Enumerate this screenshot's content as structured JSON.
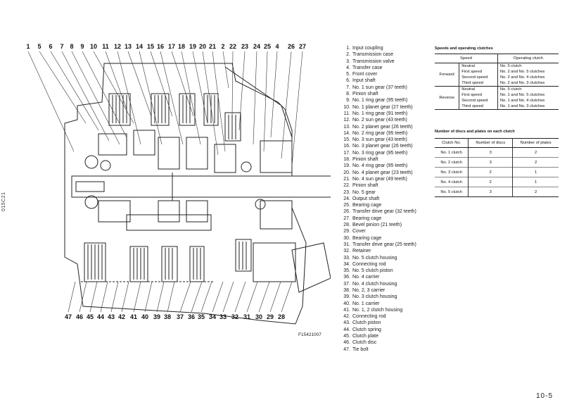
{
  "diagram": {
    "description": "Transmission cross-section drawing",
    "callouts_top": [
      "1",
      "5",
      "6",
      "7",
      "8",
      "9",
      "10",
      "11",
      "12",
      "13",
      "14",
      "15",
      "16",
      "17",
      "18",
      "19",
      "20",
      "21",
      "2",
      "22",
      "23",
      "24",
      "25",
      "4",
      "26",
      "27"
    ],
    "callouts_bottom": [
      "47",
      "46",
      "45",
      "44",
      "43",
      "42",
      "41",
      "40",
      "39",
      "38",
      "37",
      "36",
      "35",
      "34",
      "33",
      "32",
      "31",
      "30",
      "29",
      "28"
    ],
    "figure_code": "F15421007",
    "side_code": "015C21"
  },
  "parts_list": [
    {
      "num": "1.",
      "name": "Input coupling"
    },
    {
      "num": "2.",
      "name": "Transmission case"
    },
    {
      "num": "3.",
      "name": "Transmission valve"
    },
    {
      "num": "4.",
      "name": "Transfer case"
    },
    {
      "num": "5.",
      "name": "Front cover"
    },
    {
      "num": "6.",
      "name": "Input shaft"
    },
    {
      "num": "7.",
      "name": "No. 1 sun gear (37 teeth)"
    },
    {
      "num": "8.",
      "name": "Pinion shaft"
    },
    {
      "num": "9.",
      "name": "No. 1 ring gear (95 teeth)"
    },
    {
      "num": "10.",
      "name": "No. 1 planet gear (27 teeth)"
    },
    {
      "num": "11.",
      "name": "No. 1 ring gear (91 teeth)"
    },
    {
      "num": "12.",
      "name": "No. 2 sun gear (43 teeth)"
    },
    {
      "num": "13.",
      "name": "No. 2 planet gear (26 teeth)"
    },
    {
      "num": "14.",
      "name": "No. 2 ring gear (95 teeth)"
    },
    {
      "num": "15.",
      "name": "No. 3 sun gear (43 teeth)"
    },
    {
      "num": "16.",
      "name": "No. 3 planet gear (26 teeth)"
    },
    {
      "num": "17.",
      "name": "No. 3 ring gear (95 teeth)"
    },
    {
      "num": "18.",
      "name": "Pinion shaft"
    },
    {
      "num": "19.",
      "name": "No. 4 ring gear (95 teeth)"
    },
    {
      "num": "20.",
      "name": "No. 4 planet gear (23 teeth)"
    },
    {
      "num": "21.",
      "name": "No. 4 sun gear (49 teeth)"
    },
    {
      "num": "22.",
      "name": "Pinion shaft"
    },
    {
      "num": "23.",
      "name": "No. 5 gear"
    },
    {
      "num": "24.",
      "name": "Output shaft"
    },
    {
      "num": "25.",
      "name": "Bearing cage"
    },
    {
      "num": "26.",
      "name": "Transfer drive gear (32 teeth)"
    },
    {
      "num": "27.",
      "name": "Bearing cage"
    },
    {
      "num": "28.",
      "name": "Bevel pinion (21 teeth)"
    },
    {
      "num": "29.",
      "name": "Cover"
    },
    {
      "num": "30.",
      "name": "Bearing cage"
    },
    {
      "num": "31.",
      "name": "Transfer drive gear (25 teeth)"
    },
    {
      "num": "32.",
      "name": "Retainer"
    },
    {
      "num": "33.",
      "name": "No. 5 clutch housing"
    },
    {
      "num": "34.",
      "name": "Connecting rod"
    },
    {
      "num": "35.",
      "name": "No. 5 clutch piston"
    },
    {
      "num": "36.",
      "name": "No. 4 carrier"
    },
    {
      "num": "37.",
      "name": "No. 4 clutch housing"
    },
    {
      "num": "38.",
      "name": "No. 2, 3 carrier"
    },
    {
      "num": "39.",
      "name": "No. 3 clutch housing"
    },
    {
      "num": "40.",
      "name": "No. 1 carrier"
    },
    {
      "num": "41.",
      "name": "No. 1, 2 clutch housing"
    },
    {
      "num": "42.",
      "name": "Connecting rod"
    },
    {
      "num": "43.",
      "name": "Clutch piston"
    },
    {
      "num": "44.",
      "name": "Clutch spring"
    },
    {
      "num": "45.",
      "name": "Clutch plate"
    },
    {
      "num": "46.",
      "name": "Clutch disc"
    },
    {
      "num": "47.",
      "name": "Tie bolt"
    }
  ],
  "speeds_table": {
    "title": "Speeds and operating clutches",
    "headers": [
      "Speed",
      "Operating clutch"
    ],
    "groups": [
      {
        "direction": "Forward",
        "rows": [
          {
            "speed": "Neutral",
            "clutch": "No. 5 clutch"
          },
          {
            "speed": "First speed",
            "clutch": "No. 2 and No. 5 clutches"
          },
          {
            "speed": "Second speed",
            "clutch": "No. 2 and No. 4 clutches"
          },
          {
            "speed": "Third speed",
            "clutch": "No. 2 and No. 3 clutches"
          }
        ]
      },
      {
        "direction": "Reverse",
        "rows": [
          {
            "speed": "Neutral",
            "clutch": "No. 5 clutch"
          },
          {
            "speed": "First speed",
            "clutch": "No. 1 and No. 5 clutches"
          },
          {
            "speed": "Second speed",
            "clutch": "No. 1 and No. 4 clutches"
          },
          {
            "speed": "Third speed",
            "clutch": "No. 1 and No. 3 clutches"
          }
        ]
      }
    ]
  },
  "discs_table": {
    "title": "Number of discs and plates on each clutch",
    "headers": [
      "Clutch No.",
      "Number of discs",
      "Number of plates"
    ],
    "rows": [
      [
        "No. 1 clutch",
        "3",
        "2"
      ],
      [
        "No. 2 clutch",
        "3",
        "2"
      ],
      [
        "No. 3 clutch",
        "2",
        "1"
      ],
      [
        "No. 4 clutch",
        "2",
        "1"
      ],
      [
        "No. 5 clutch",
        "3",
        "2"
      ]
    ]
  },
  "page_number": "10-5"
}
